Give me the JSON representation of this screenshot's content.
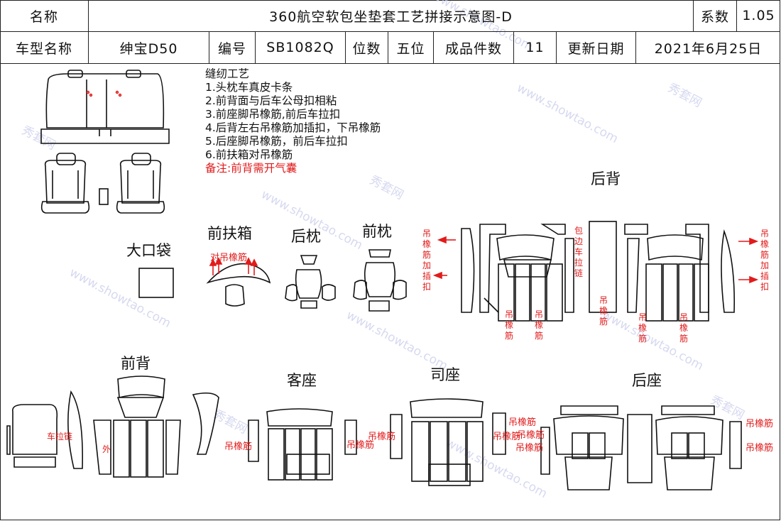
{
  "header": {
    "name_label": "名称",
    "title": "360航空软包坐垫套工艺拼接示意图-D",
    "coef_label": "系数",
    "coef_value": "1.05",
    "model_label": "车型名称",
    "model_value": "绅宝D50",
    "code_label": "编号",
    "code_value": "SB1082Q",
    "seats_label": "位数",
    "seats_value": "五位",
    "pieces_label": "成品件数",
    "pieces_value": "11",
    "date_label": "更新日期",
    "date_value": "2021年6月25日"
  },
  "notes": {
    "heading": "缝纫工艺",
    "steps": [
      "1.头枕车真皮卡条",
      "2.前背面与后车公母扣相粘",
      "3.前座脚吊橡筋,前后车拉扣",
      "4.后背左右吊橡筋加插扣，下吊橡筋",
      "5.后座脚吊橡筋，前后车拉扣",
      "6.前扶箱对吊橡筋"
    ],
    "remark": "备注:前背需开气囊"
  },
  "parts": {
    "big_pocket": "大口袋",
    "front_armrest": "前扶箱",
    "rear_headrest": "后枕",
    "front_headrest": "前枕",
    "rear_back": "后背",
    "front_back": "前背",
    "passenger_seat": "客座",
    "driver_seat": "司座",
    "rear_seat": "后座"
  },
  "annotations": {
    "pair_elastic": "对吊橡筋",
    "elastic_plus_clip": "吊橡筋加插扣",
    "elastic": "吊橡筋",
    "edge_zip": "包边车拉链",
    "zip": "车拉链",
    "outer": "外"
  },
  "watermark": {
    "cn": "秀套网",
    "url": "www.showtao.com"
  },
  "colors": {
    "accent_red": "#e21b1b",
    "line": "#111111",
    "watermark": "#c9cdeb"
  }
}
